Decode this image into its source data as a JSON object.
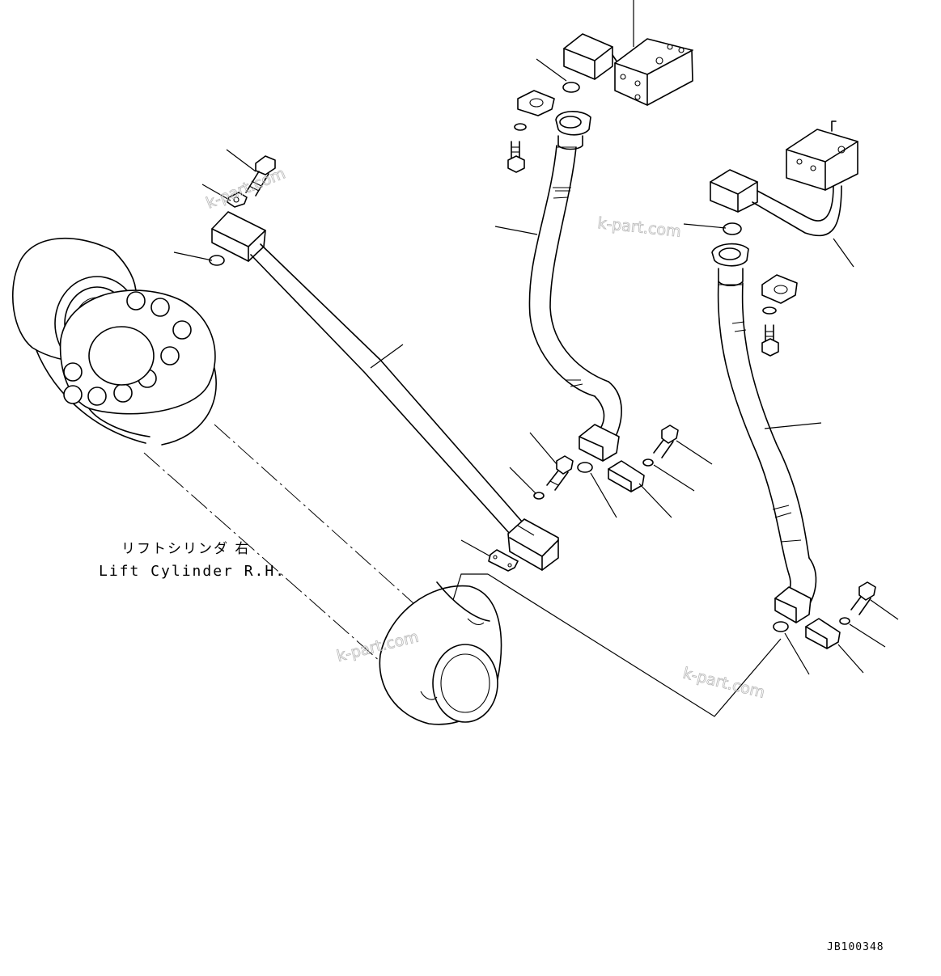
{
  "callout_label": {
    "japanese": "リフトシリンダ 右",
    "english": "Lift Cylinder R.H."
  },
  "drawing_number": "JB100348",
  "watermarks": [
    "k-part.com",
    "k-part.com",
    "k-part.com",
    "k-part.com"
  ],
  "parts": [
    {
      "name": "rigid-tube",
      "icon": "tube-icon"
    },
    {
      "name": "upper-hose",
      "icon": "hose-icon"
    },
    {
      "name": "right-hose",
      "icon": "hose-icon"
    },
    {
      "name": "lift-cylinder",
      "icon": "cylinder-icon"
    },
    {
      "name": "valve-block",
      "icon": "block-icon"
    }
  ]
}
